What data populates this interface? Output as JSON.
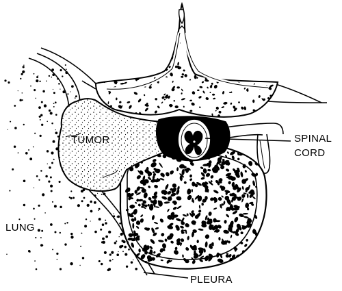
{
  "labels": {
    "tumor": "TUMOR",
    "spinal_line1": "SPINAL",
    "spinal_line2": "CORD",
    "lung": "LUNG",
    "pleura": "PLEURA"
  },
  "colors": {
    "ink": "#000000",
    "paper": "#ffffff"
  }
}
